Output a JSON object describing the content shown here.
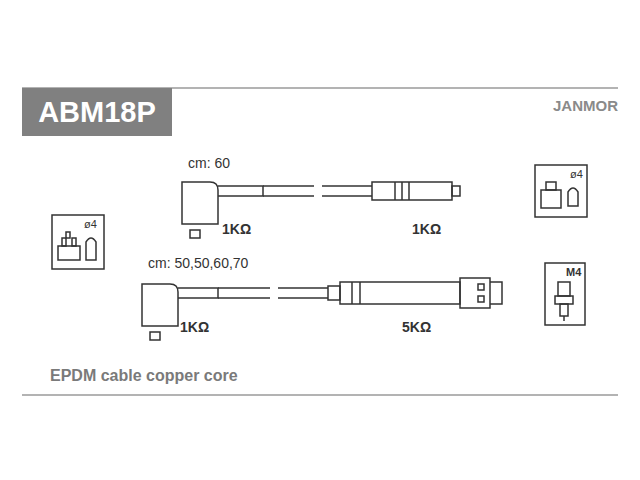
{
  "diagram": {
    "title": "ABM18P",
    "labels": [
      "JANMOR",
      "cm: 60",
      "1KΩ",
      "1KΩ",
      "cm: 50,50,60,70",
      "1KΩ",
      "5KΩ",
      "ø4",
      "ø4",
      "M4",
      "EPDM cable copper core"
    ]
  }
}
